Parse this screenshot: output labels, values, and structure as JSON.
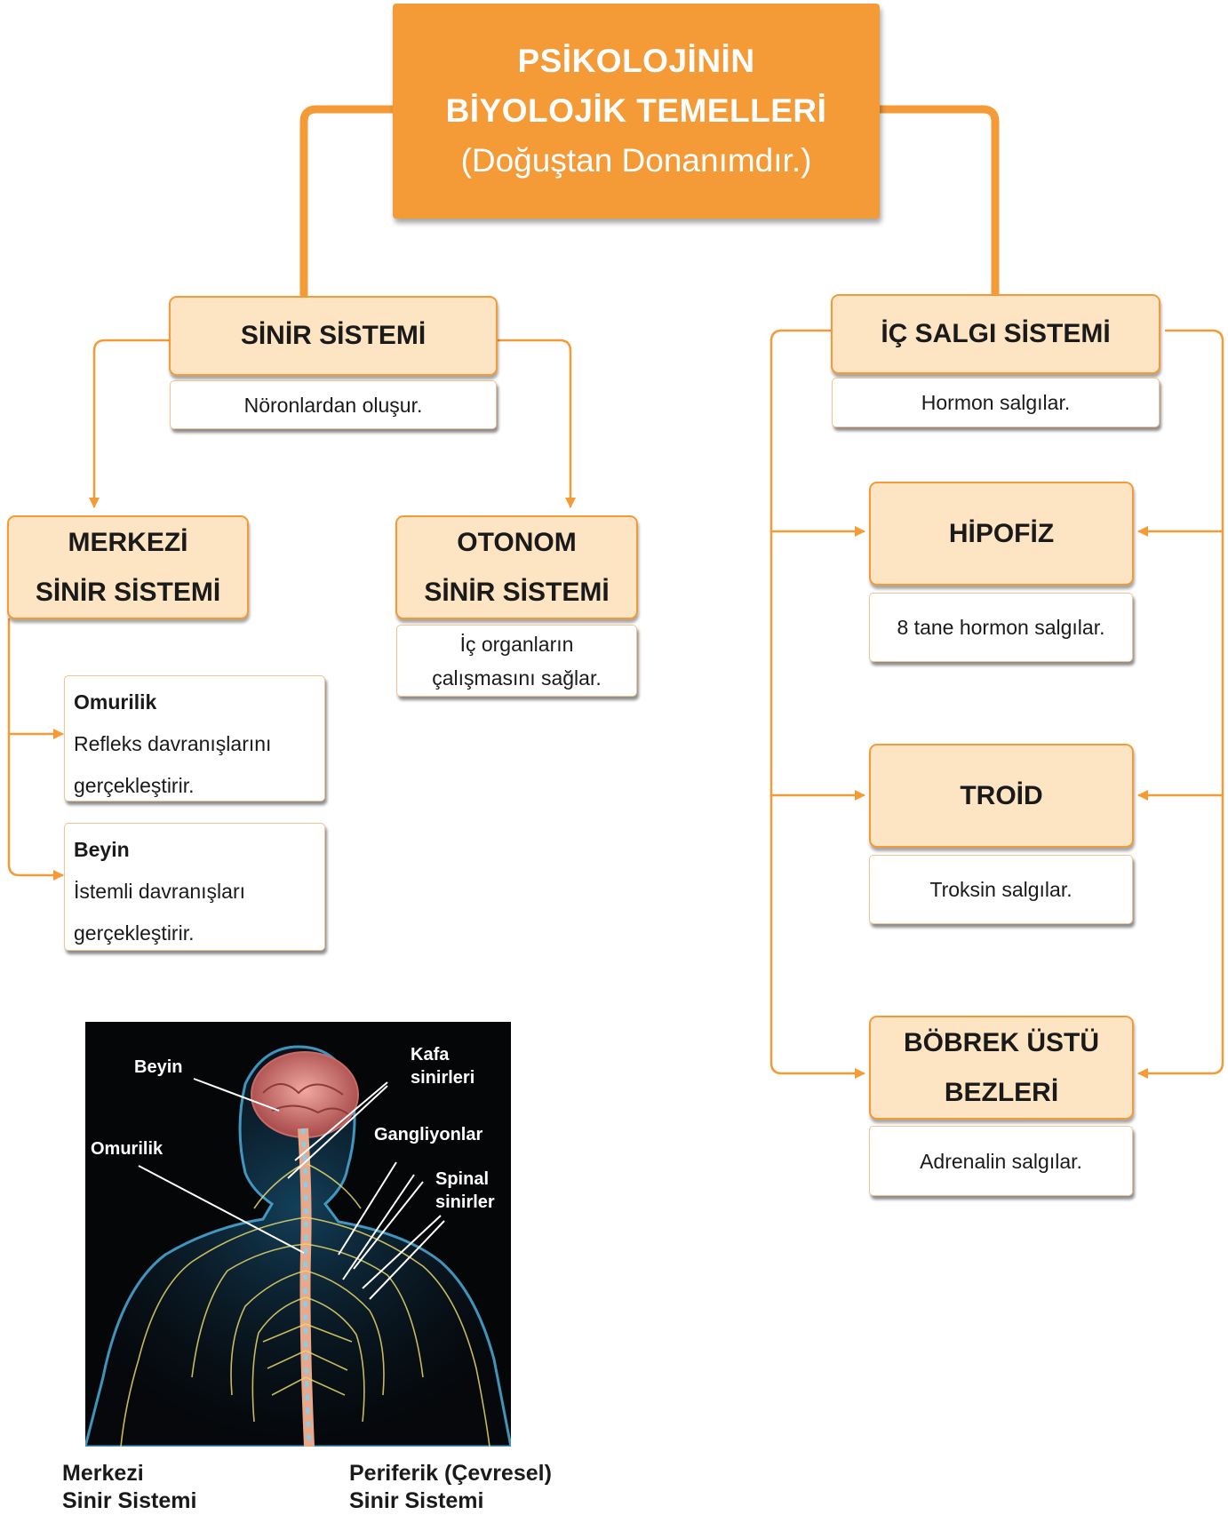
{
  "main": {
    "line1": "PSİKOLOJİNİN",
    "line2": "BİYOLOJİK TEMELLERİ",
    "line3": "(Doğuştan Donanımdır.)"
  },
  "nervous_system": {
    "title": "SİNİR SİSTEMİ",
    "note": "Nöronlardan oluşur.",
    "central": {
      "line1": "MERKEZİ",
      "line2": "SİNİR SİSTEMİ",
      "items": [
        {
          "title": "Omurilik",
          "line1": "Refleks davranışlarını",
          "line2": "gerçekleştirir."
        },
        {
          "title": "Beyin",
          "line1": "İstemli davranışları",
          "line2": "gerçekleştirir."
        }
      ]
    },
    "autonomic": {
      "line1": "OTONOM",
      "line2": "SİNİR SİSTEMİ",
      "note_line1": "İç organların",
      "note_line2": "çalışmasını sağlar."
    }
  },
  "endocrine_system": {
    "title": "İÇ SALGI SİSTEMİ",
    "note": "Hormon salgılar.",
    "glands": [
      {
        "line1": "HİPOFİZ",
        "line2": "",
        "note": "8 tane hormon salgılar."
      },
      {
        "line1": "TROİD",
        "line2": "",
        "note": "Troksin salgılar."
      },
      {
        "line1": "BÖBREK ÜSTÜ",
        "line2": "BEZLERİ",
        "note": "Adrenalin salgılar."
      }
    ]
  },
  "illustration": {
    "labels": {
      "beyin": "Beyin",
      "kafa1": "Kafa",
      "kafa2": "sinirleri",
      "omurilik": "Omurilik",
      "gangliyonlar": "Gangliyonlar",
      "spinal1": "Spinal",
      "spinal2": "sinirler"
    },
    "caption_left_1": "Merkezi",
    "caption_left_2": "Sinir Sistemi",
    "caption_right_1": "Periferik (Çevresel)",
    "caption_right_2": "Sinir Sistemi"
  },
  "colors": {
    "accent": "#f49a36",
    "box_fill": "#fde5c4",
    "connector": "#f49a36"
  }
}
